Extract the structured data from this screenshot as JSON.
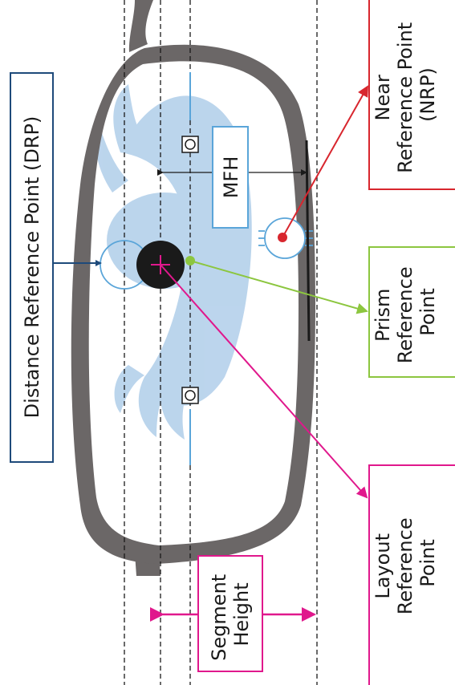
{
  "labels": {
    "drp": "Distance Reference Point (DRP)",
    "nrp": [
      "Near",
      "Reference Point",
      "(NRP)"
    ],
    "prism": [
      "Prism",
      "Reference",
      "Point"
    ],
    "layout": [
      "Layout",
      "Reference",
      "Point"
    ],
    "segment": [
      "Segment",
      "Height"
    ],
    "mfh": "MFH"
  },
  "colors": {
    "frame": "#6b6767",
    "drp_box": "#1e4a7a",
    "nrp_box": "#d8262e",
    "prism_box": "#8cc63f",
    "layout_box": "#e0188c",
    "segment_box": "#e0188c",
    "mfh_box": "#5aa5d9",
    "eye": "#b8d3ec",
    "pupil": "#1a1a1a"
  }
}
